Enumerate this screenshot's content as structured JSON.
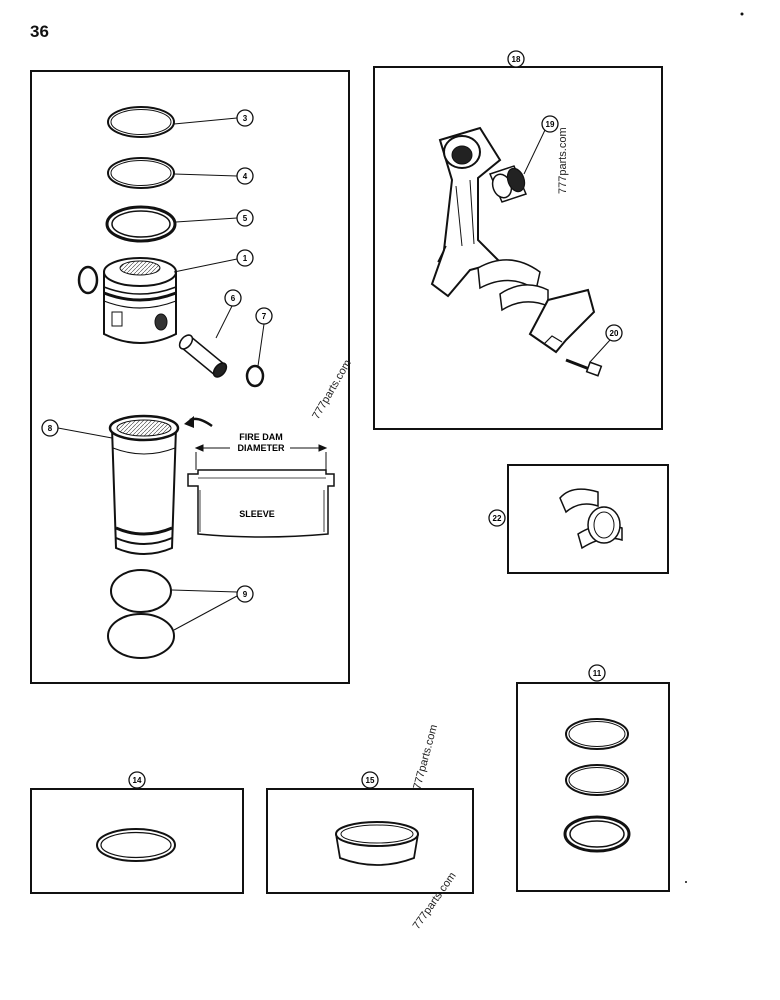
{
  "page": {
    "number": "36"
  },
  "callouts": {
    "c1": "1",
    "c3": "3",
    "c4": "4",
    "c5": "5",
    "c6": "6",
    "c7": "7",
    "c8": "8",
    "c9": "9",
    "c11": "11",
    "c14": "14",
    "c15": "15",
    "c18": "18",
    "c19": "19",
    "c20": "20",
    "c22": "22"
  },
  "sleeve_detail": {
    "fire_dam": "FIRE DAM",
    "diameter": "DIAMETER",
    "sleeve": "SLEEVE"
  },
  "watermarks": {
    "w1": "777parts.com",
    "w2": "777parts.com",
    "w3": "777parts.com",
    "w4": "777parts.com"
  },
  "icons": [
    "piston-icon",
    "piston-ring-icon",
    "snap-ring-icon",
    "piston-pin-icon",
    "cylinder-sleeve-icon",
    "o-ring-seal-icon",
    "connecting-rod-icon",
    "bushing-icon",
    "bearing-shell-icon",
    "rod-bolt-icon"
  ]
}
